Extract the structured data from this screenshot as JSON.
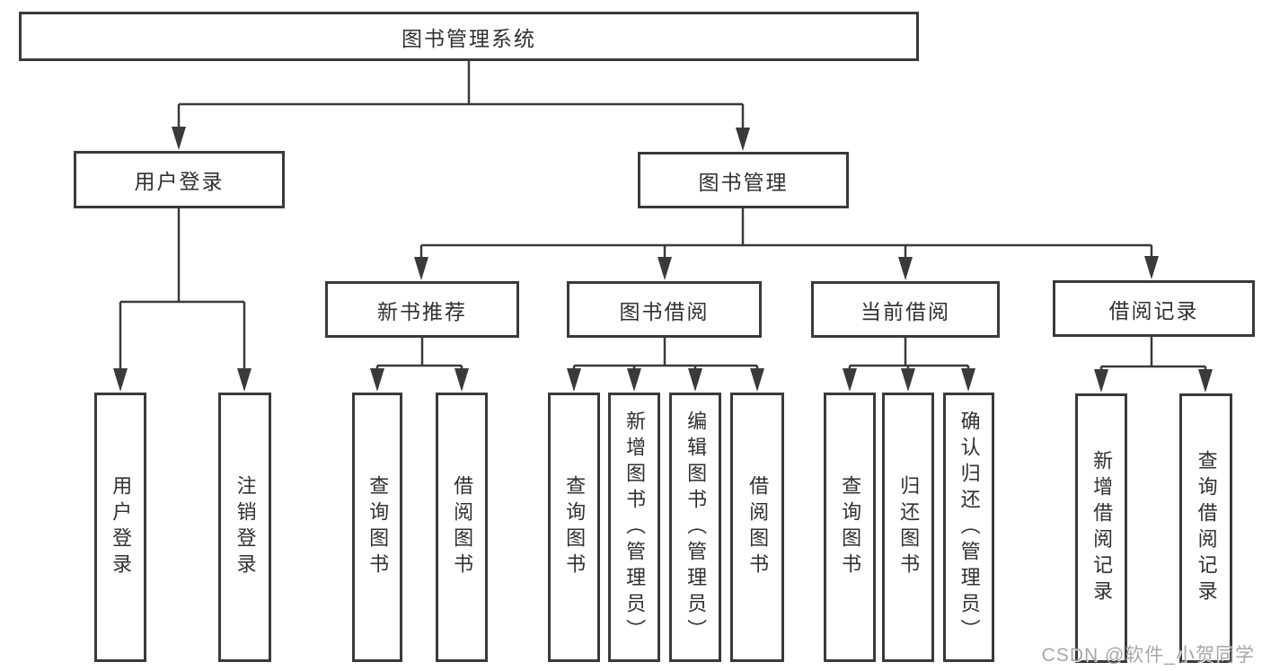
{
  "tree": {
    "root": {
      "label": "图书管理系统"
    },
    "children": [
      {
        "label": "用户登录",
        "children": [
          {
            "label": "用户登录"
          },
          {
            "label": "注销登录"
          }
        ]
      },
      {
        "label": "图书管理",
        "children": [
          {
            "label": "新书推荐",
            "children": [
              {
                "label": "查询图书"
              },
              {
                "label": "借阅图书"
              }
            ]
          },
          {
            "label": "图书借阅",
            "children": [
              {
                "label": "查询图书"
              },
              {
                "label": "新增图书（管理员）"
              },
              {
                "label": "编辑图书（管理员）"
              },
              {
                "label": "借阅图书"
              }
            ]
          },
          {
            "label": "当前借阅",
            "children": [
              {
                "label": "查询图书"
              },
              {
                "label": "归还图书"
              },
              {
                "label": "确认归还（管理员）"
              }
            ]
          },
          {
            "label": "借阅记录",
            "children": [
              {
                "label": "新增借阅记录"
              },
              {
                "label": "查询借阅记录"
              }
            ]
          }
        ]
      }
    ]
  },
  "watermark": {
    "text": "CSDN @软件_小贺同学"
  },
  "colors": {
    "line": "#3a3a3a",
    "text": "#303030",
    "background": "#ffffff",
    "watermark": "#9d9d9d"
  }
}
